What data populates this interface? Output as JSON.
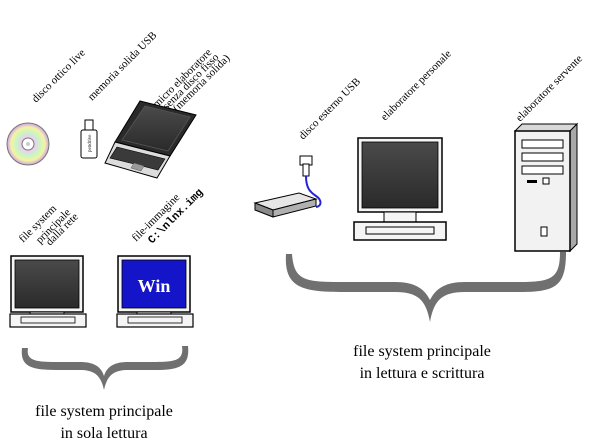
{
  "devices": {
    "live_cd": "disco ottico live",
    "usb_flash": "memoria solida USB",
    "usb_flash_marking": "pendrive",
    "netbook_lines": [
      "micro elaboratore",
      "senza disco fisso",
      "(memoria solida)"
    ],
    "usb_disk": "disco esterno USB",
    "pc": "elaboratore personale",
    "server": "elaboratore servente",
    "netroot_lines": [
      "file system",
      "principale",
      "dalla rete"
    ],
    "image_line": "file-immagine",
    "image_path": "C:\\nlnx.img",
    "win_screen": "Win"
  },
  "captions": {
    "readonly": [
      "file system principale",
      "in sola lettura"
    ],
    "readwrite": [
      "file system principale",
      "in lettura e scrittura"
    ]
  },
  "colors": {
    "win_screen": "#1414c8",
    "usb_cable": "#2222dd",
    "brace": "#707070"
  }
}
